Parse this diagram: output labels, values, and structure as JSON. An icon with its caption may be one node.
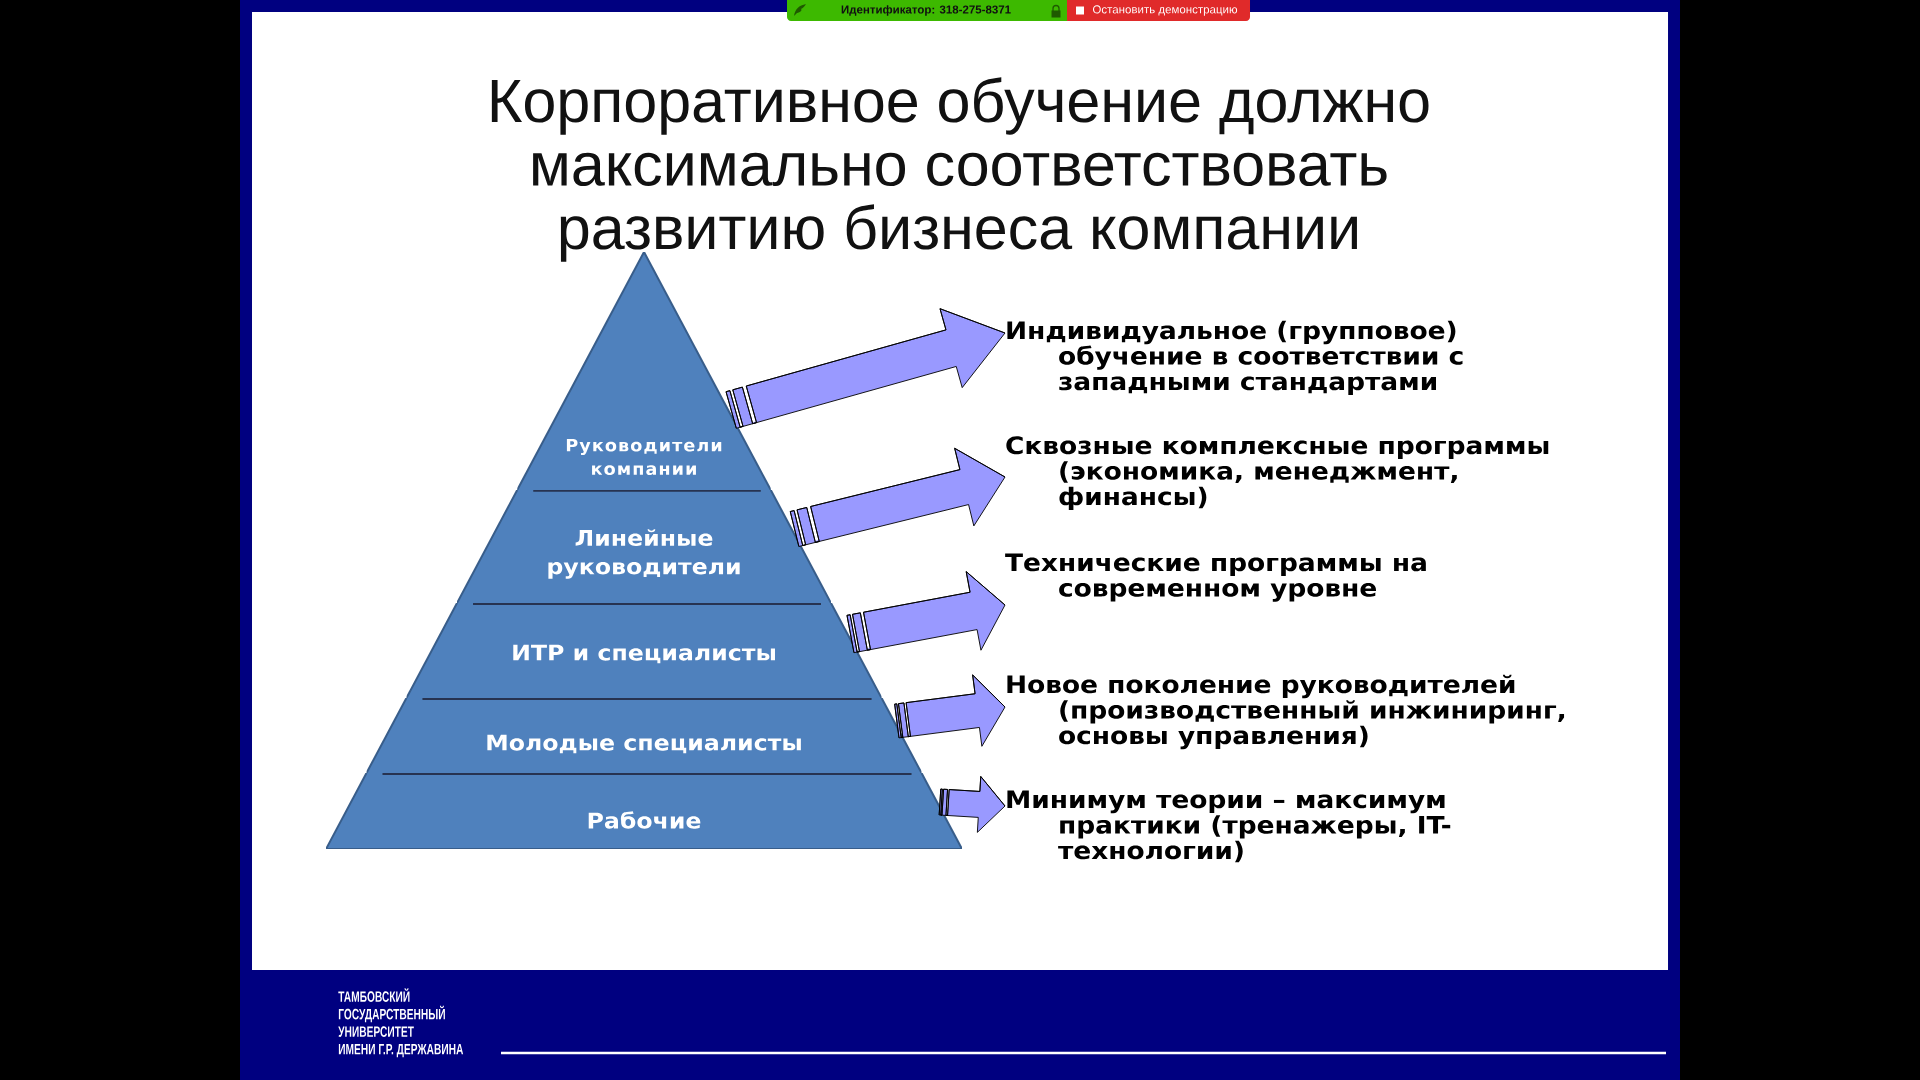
{
  "diagram": {
    "title": "Корпоративное обучение должно максимально соответствовать развитию бизнеса компании",
    "nodes": [
      {
        "text": [
          "Руководители компании"
        ]
      },
      {
        "text": [
          "Линейные руководители"
        ]
      },
      {
        "text": [
          "ИТР и специалисты"
        ]
      },
      {
        "text": [
          "Молодые специалисты"
        ]
      },
      {
        "text": [
          "Рабочие"
        ]
      },
      {
        "text": [
          "Индивидуальное (групповое) обучение в соответствии с западными стандартами"
        ]
      },
      {
        "text": [
          "Сквозные комплексные программы (экономика, менеджмент, финансы)"
        ]
      },
      {
        "text": [
          "Технические программы на современном уровне"
        ]
      },
      {
        "text": [
          "Новое поколение руководителей (производственный инжиниринг, основы управления)"
        ]
      },
      {
        "text": [
          "Минимум теории – максимум практики (тренажеры, IT-технологии)"
        ]
      }
    ],
    "edges": [
      {
        "from": 0,
        "to": 5,
        "arrow": "to"
      },
      {
        "from": 1,
        "to": 6,
        "arrow": "to"
      },
      {
        "from": 2,
        "to": 7,
        "arrow": "to"
      },
      {
        "from": 3,
        "to": 8,
        "arrow": "to"
      },
      {
        "from": 4,
        "to": 9,
        "arrow": "to"
      }
    ],
    "labels": [
      "Идентификатор: 318-275-8371",
      "Остановить демонстрацию",
      "ТАМБОВСКИЙ ГОСУДАРСТВЕННЫЙ УНИВЕРСИТЕТ ИМЕНИ Г.Р. ДЕРЖАВИНА"
    ]
  }
}
